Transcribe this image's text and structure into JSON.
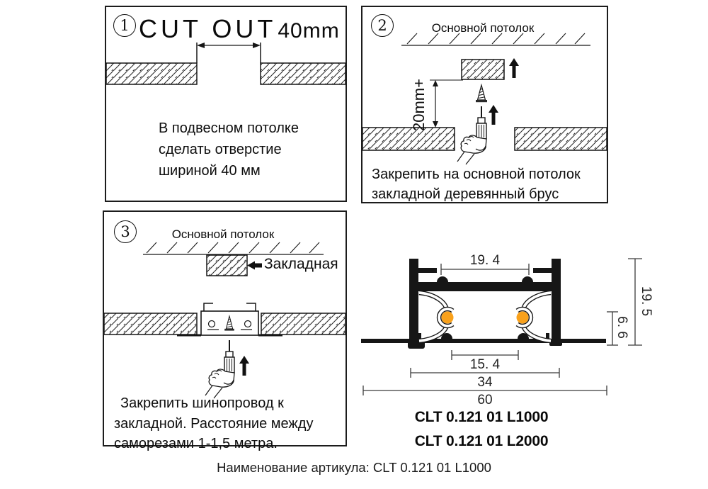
{
  "panel1": {
    "number": "1",
    "title_main": "CUT OUT",
    "title_size": "40mm",
    "body": [
      "В подвесном потолке",
      "сделать отверстие",
      "шириной 40 мм"
    ]
  },
  "panel2": {
    "number": "2",
    "ceiling_label": "Основной потолок",
    "dimension_label": "20mm+",
    "body": [
      "Закрепить на основной потолок",
      "закладной деревянный брус"
    ]
  },
  "panel3": {
    "number": "3",
    "ceiling_label": "Основной потолок",
    "block_label": "Закладная",
    "body": [
      "Закрепить шинопровод к",
      "закладной. Расстояние между",
      "саморезами 1-1,5 метра."
    ]
  },
  "tech": {
    "dims": {
      "top_width": "19. 4",
      "full_height": "19. 5",
      "inner_height": "6. 6",
      "slot_width": "15. 4",
      "body_width": "34",
      "full_width": "60"
    },
    "articles": [
      "CLT 0.121 01 L1000",
      "CLT 0.121 01 L2000"
    ]
  },
  "caption": "Наименование артикула: CLT 0.121 01 L1000",
  "colors": {
    "conductor": "#F9A11B",
    "line": "#161616"
  }
}
